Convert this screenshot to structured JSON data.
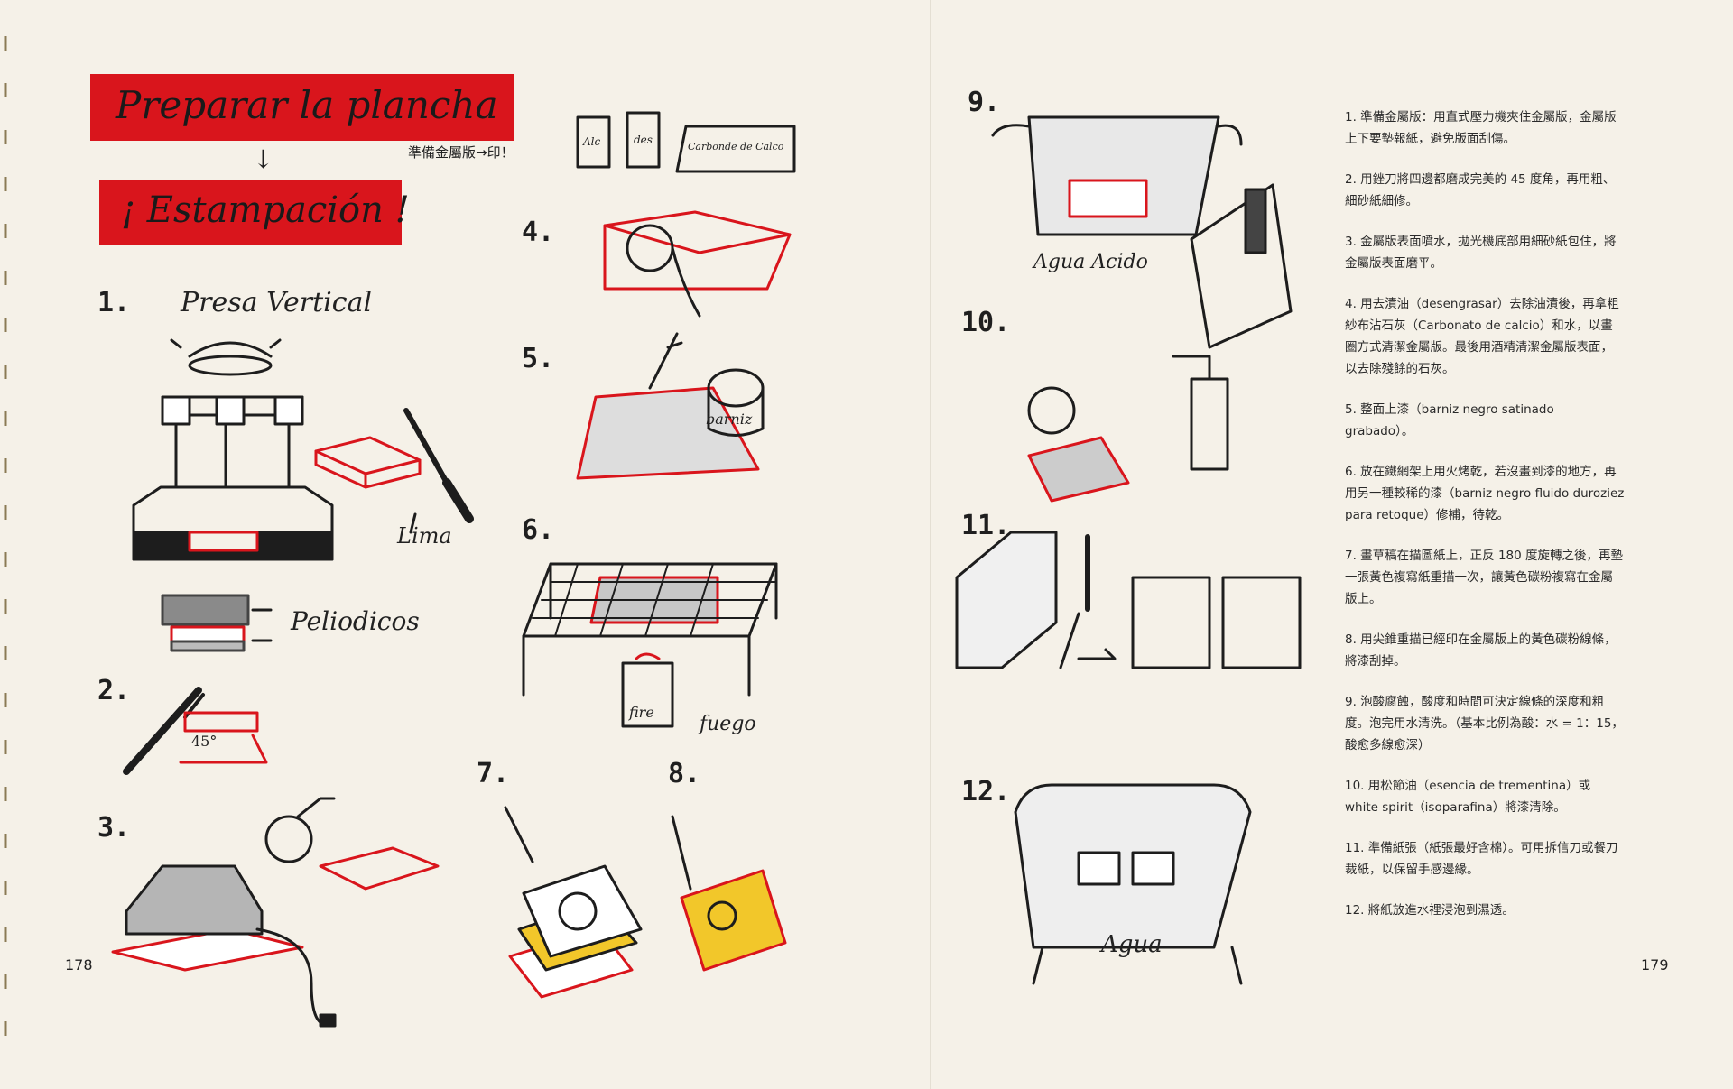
{
  "header": {
    "title_line1": "Preparar la plancha",
    "arrow": "↓",
    "title_line2": "¡ Estampación !",
    "subtitle": "準備金屬版→印！"
  },
  "labels": {
    "step_numbers": [
      "1.",
      "2.",
      "3.",
      "4.",
      "5.",
      "6.",
      "7.",
      "8.",
      "9.",
      "10.",
      "11.",
      "12."
    ],
    "presa_vertical": "Presa Vertical",
    "lima": "Lima",
    "periodicos": "Peliodicos",
    "angle": "45°",
    "bottle_alc": "Alc",
    "bottle_des": "des",
    "carbonato": "Carbonde de Calco",
    "barniz": "barniz",
    "fire": "fire",
    "fuego": "fuego",
    "agua_acido": "Agua Acido",
    "agua": "Agua"
  },
  "pages": {
    "left": "178",
    "right": "179"
  },
  "instructions": [
    "1. 準備金屬版：用直式壓力機夾住金屬版，金屬版上下要墊報紙，避免版面刮傷。",
    "2. 用銼刀將四邊都磨成完美的 45 度角，再用粗、細砂紙細修。",
    "3. 金屬版表面噴水，拋光機底部用細砂紙包住，將金屬版表面磨平。",
    "4. 用去漬油（desengrasar）去除油漬後，再拿粗紗布沾石灰（Carbonato de calcio）和水，以畫圈方式清潔金屬版。最後用酒精清潔金屬版表面，以去除殘餘的石灰。",
    "5. 整面上漆（barniz negro satinado grabado）。",
    "6. 放在鐵網架上用火烤乾，若沒畫到漆的地方，再用另一種較稀的漆（barniz negro fluido duroziez para retoque）修補，待乾。",
    "7. 畫草稿在描圖紙上，正反 180 度旋轉之後，再墊一張黃色複寫紙重描一次，讓黃色碳粉複寫在金屬版上。",
    "8. 用尖錐重描已經印在金屬版上的黃色碳粉線條，將漆刮掉。",
    "9. 泡酸腐蝕，酸度和時間可決定線條的深度和粗度。泡完用水清洗。（基本比例為酸：水 = 1：15，酸愈多線愈深）",
    "10. 用松節油（esencia de trementina）或 white spirit（isoparafina）將漆清除。",
    "11. 準備紙張（紙張最好含棉）。可用拆信刀或餐刀裁紙，以保留手感邊緣。",
    "12. 將紙放進水裡浸泡到濕透。"
  ],
  "colors": {
    "red": "#d9151c",
    "paper": "#f5f1e8",
    "ink": "#1d1d1d",
    "yellow": "#f2c72a"
  }
}
